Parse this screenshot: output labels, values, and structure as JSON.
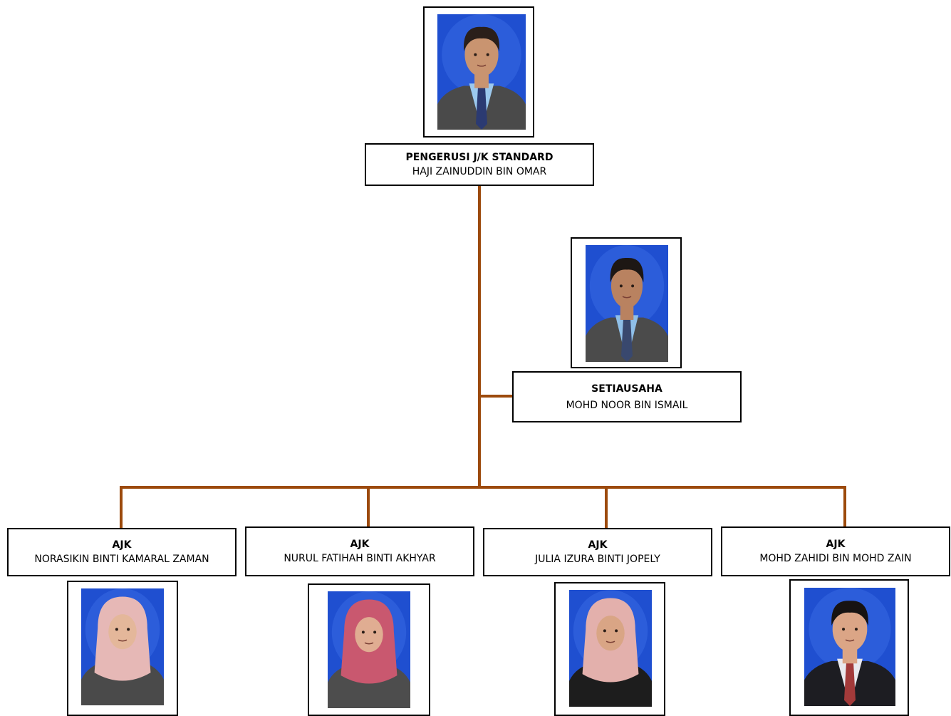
{
  "colors": {
    "connector": "#9c4a0c",
    "photo_bg": "#1f4fd0",
    "photo_bg_light": "#3b6fe6"
  },
  "chairman": {
    "role": "PENGERUSI J/K STANDARD",
    "name": "HAJI ZAINUDDIN BIN OMAR",
    "portrait": {
      "skin": "#c99470",
      "hair": "#2a1f1a",
      "clothes": "#4a4a4a",
      "shirt": "#9cc9ee",
      "tie": "#2b3a72",
      "headscarf": ""
    }
  },
  "secretary": {
    "role": "SETIAUSAHA",
    "name": "MOHD NOOR BIN ISMAIL",
    "portrait": {
      "skin": "#b98260",
      "hair": "#1d1714",
      "clothes": "#4b4b4b",
      "shirt": "#8fbfe8",
      "tie": "#39486e",
      "headscarf": ""
    }
  },
  "members": [
    {
      "role": "AJK",
      "name": "NORASIKIN BINTI KAMARAL ZAMAN",
      "portrait": {
        "skin": "#e4b79a",
        "hair": "",
        "clothes": "#4a4a4a",
        "shirt": "",
        "tie": "",
        "headscarf": "#e6b8b6"
      }
    },
    {
      "role": "AJK",
      "name": "NURUL FATIHAH BINTI AKHYAR",
      "portrait": {
        "skin": "#e0ad92",
        "hair": "",
        "clothes": "#4d4d4d",
        "shirt": "",
        "tie": "",
        "headscarf": "#c9586f"
      }
    },
    {
      "role": "AJK",
      "name": "JULIA IZURA BINTI JOPELY",
      "portrait": {
        "skin": "#d9a585",
        "hair": "",
        "clothes": "#1d1d1d",
        "shirt": "",
        "tie": "",
        "headscarf": "#e3b0ac"
      }
    },
    {
      "role": "AJK",
      "name": "MOHD ZAHIDI BIN MOHD ZAIN",
      "portrait": {
        "skin": "#dba586",
        "hair": "#171312",
        "clothes": "#1d1d22",
        "shirt": "#e9e9ee",
        "tie": "#a33a3a",
        "headscarf": ""
      }
    }
  ]
}
